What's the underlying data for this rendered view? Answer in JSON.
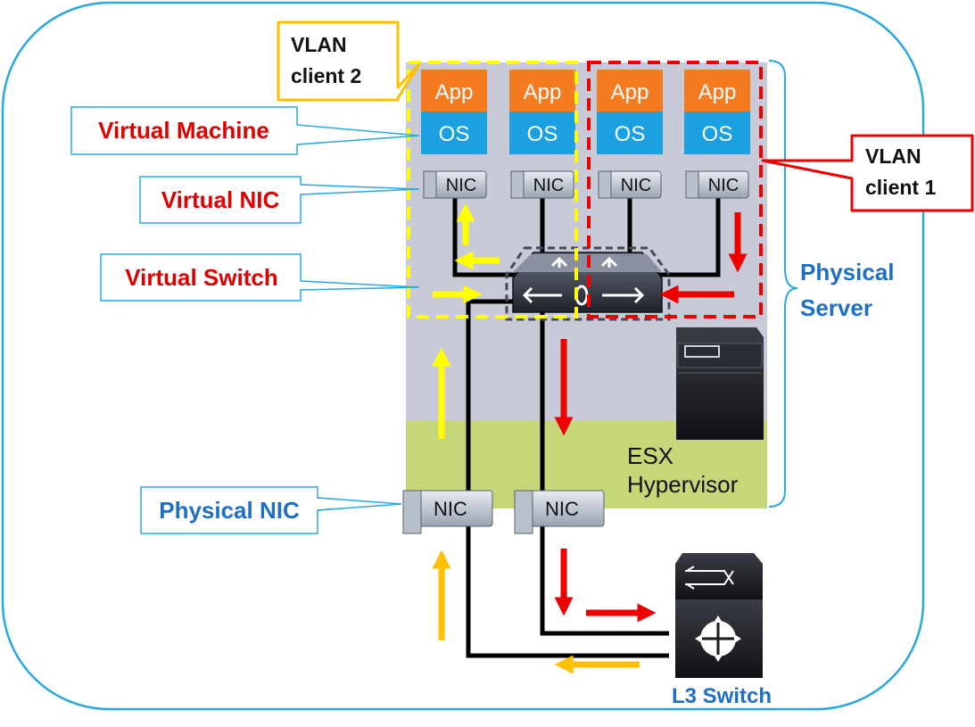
{
  "vlan_client_2": {
    "line1": "VLAN",
    "line2": "client 2"
  },
  "vlan_client_1": {
    "line1": "VLAN",
    "line2": "client 1"
  },
  "callouts": {
    "virtual_machine": "Virtual Machine",
    "virtual_nic": "Virtual NIC",
    "virtual_switch": "Virtual Switch",
    "physical_nic": "Physical NIC"
  },
  "physical_server": {
    "line1": "Physical",
    "line2": "Server"
  },
  "vm_labels": {
    "app": "App",
    "os": "OS"
  },
  "nic_label": "NIC",
  "hypervisor": {
    "line1": "ESX",
    "line2": "Hypervisor"
  },
  "l3_switch_label": "L3 Switch",
  "colors": {
    "outline": "#29a8e0",
    "red": "#ee0000",
    "yellow_vlan": "#ffff00",
    "orange_callout": "#ffc000",
    "app_orange": "#f47b20",
    "os_blue": "#1ba1e2",
    "server_gray": "#c8cad8",
    "hypervisor_green": "#c6d77a",
    "label_blue": "#1f6fc6",
    "label_red": "#e00000"
  }
}
